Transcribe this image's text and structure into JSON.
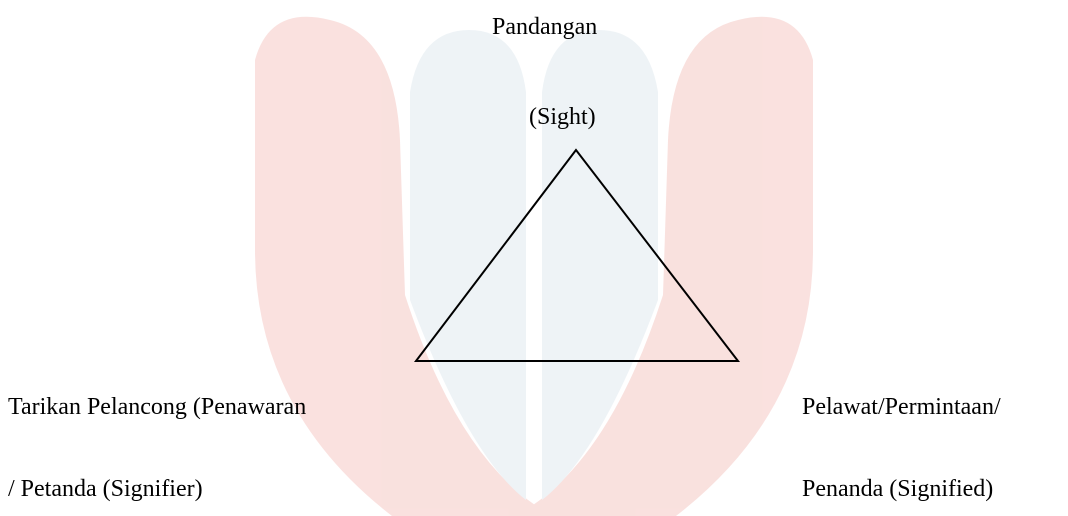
{
  "watermark": {
    "red": "#f2b8b3",
    "blue": "#d9e4ec"
  },
  "diagram": {
    "top_node": {
      "line1": "Pandangan",
      "line2": "(Sight)"
    },
    "left_node": {
      "line1": "Tarikan Pelancong (Penawaran",
      "line2": "/ Petanda (Signifier)"
    },
    "right_node": {
      "line1": "Pelawat/Permintaan/",
      "line2": "Penanda (Signified)"
    }
  }
}
